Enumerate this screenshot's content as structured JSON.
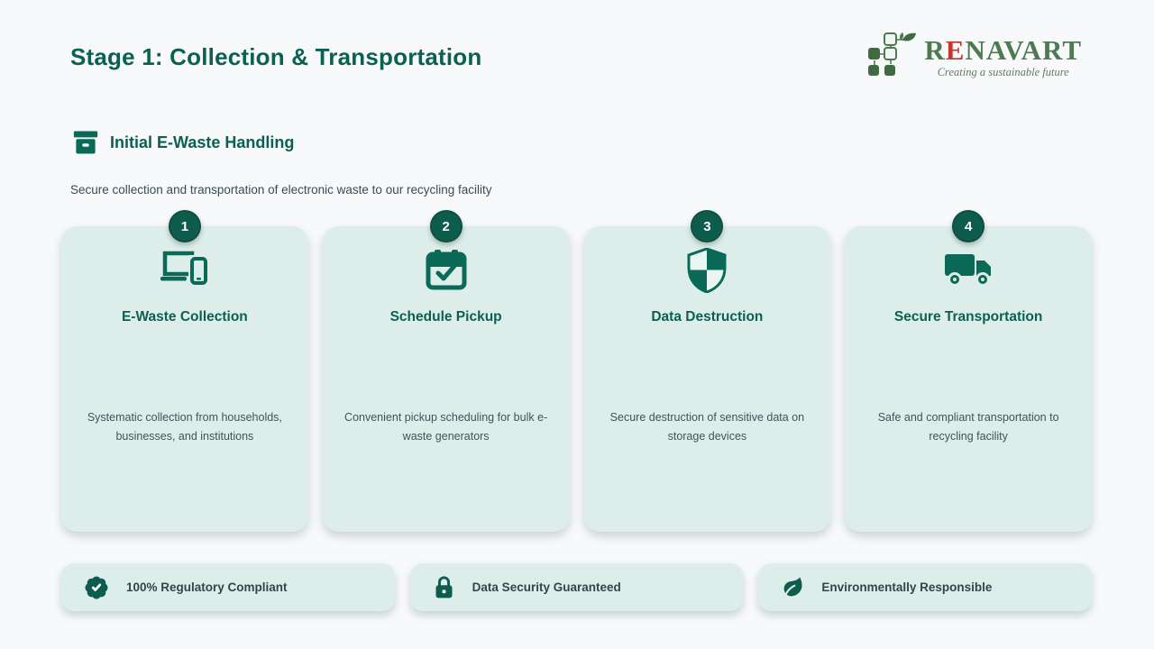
{
  "header": {
    "title": "Stage 1: Collection & Transportation",
    "logo": {
      "brand_prefix": "R",
      "brand_accent": "E",
      "brand_suffix": "NAVART",
      "tagline": "Creating a sustainable future"
    }
  },
  "section": {
    "heading": "Initial E-Waste Handling",
    "subtitle": "Secure collection and transportation of electronic waste to our recycling facility"
  },
  "steps": [
    {
      "number": "1",
      "icon": "devices-icon",
      "title": "E-Waste Collection",
      "description": "Systematic collection from households, businesses, and institutions"
    },
    {
      "number": "2",
      "icon": "calendar-check-icon",
      "title": "Schedule Pickup",
      "description": "Convenient pickup scheduling for bulk e-waste generators"
    },
    {
      "number": "3",
      "icon": "shield-icon",
      "title": "Data Destruction",
      "description": "Secure destruction of sensitive data on storage devices"
    },
    {
      "number": "4",
      "icon": "truck-icon",
      "title": "Secure Transportation",
      "description": "Safe and compliant transportation to recycling facility"
    }
  ],
  "assurances": [
    {
      "icon": "badge-check-icon",
      "label": "100% Regulatory Compliant"
    },
    {
      "icon": "lock-icon",
      "label": "Data Security Guaranteed"
    },
    {
      "icon": "leaf-icon",
      "label": "Environmentally Responsible"
    }
  ],
  "colors": {
    "accent_teal": "#0c6052",
    "badge_teal": "#0d5c4d",
    "icon_teal": "#0a6a57",
    "card_background": "#ddeeea",
    "page_background": "#f7f9fa",
    "logo_green": "#4d7a50",
    "logo_accent_red": "#c23a2e",
    "body_text": "#42525a"
  }
}
